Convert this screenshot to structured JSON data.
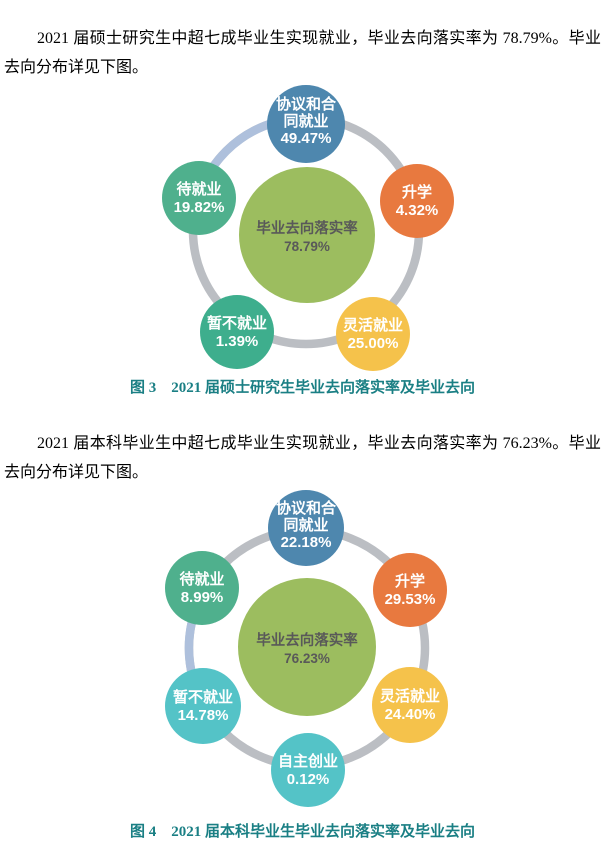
{
  "colors": {
    "blue": "#4E87AE",
    "green": "#4FB08D",
    "teal_green": "#3EAE8D",
    "orange": "#E8793F",
    "yellow": "#F5C24B",
    "cyan": "#54C3C7",
    "olive": "#9CBD5F",
    "ring_gray": "#BBBEC3",
    "ring_blue": "#AEC0DC",
    "caption_teal": "#1A7F84",
    "center_text": "#595959"
  },
  "paragraphs": {
    "masters": "2021 届硕士研究生中超七成毕业生实现就业，毕业去向落实率为 78.79%。毕业去向分布详见下图。",
    "bachelors": "2021 届本科毕业生中超七成毕业生实现就业，毕业去向落实率为 76.23%。毕业去向分布详见下图。"
  },
  "figure3": {
    "caption": "图 3　2021 届硕士研究生毕业去向落实率及毕业去向",
    "center": {
      "label": "毕业去向落实率",
      "value": "78.79%"
    },
    "agreement": {
      "line1": "协议和合",
      "line2": "同就业",
      "value": "49.47%"
    },
    "awaiting": {
      "label": "待就业",
      "value": "19.82%"
    },
    "further_study": {
      "label": "升学",
      "value": "4.32%"
    },
    "not_employed": {
      "label": "暂不就业",
      "value": "1.39%"
    },
    "flexible": {
      "label": "灵活就业",
      "value": "25.00%"
    }
  },
  "figure4": {
    "caption": "图 4　2021 届本科毕业生毕业去向落实率及毕业去向",
    "center": {
      "label": "毕业去向落实率",
      "value": "76.23%"
    },
    "agreement": {
      "line1": "协议和合",
      "line2": "同就业",
      "value": "22.18%"
    },
    "awaiting": {
      "label": "待就业",
      "value": "8.99%"
    },
    "further_study": {
      "label": "升学",
      "value": "29.53%"
    },
    "not_employed": {
      "label": "暂不就业",
      "value": "14.78%"
    },
    "flexible": {
      "label": "灵活就业",
      "value": "24.40%"
    },
    "self_employed": {
      "label": "自主创业",
      "value": "0.12%"
    }
  },
  "chart_data": [
    {
      "type": "circular-cycle",
      "title": "图 3 2021 届硕士研究生毕业去向落实率及毕业去向",
      "center_label": "毕业去向落实率",
      "center_value": 78.79,
      "categories": [
        "协议和合同就业",
        "升学",
        "灵活就业",
        "暂不就业",
        "待就业"
      ],
      "values": [
        49.47,
        4.32,
        25.0,
        1.39,
        19.82
      ],
      "unit": "%"
    },
    {
      "type": "circular-cycle",
      "title": "图 4 2021 届本科毕业生毕业去向落实率及毕业去向",
      "center_label": "毕业去向落实率",
      "center_value": 76.23,
      "categories": [
        "协议和合同就业",
        "升学",
        "灵活就业",
        "自主创业",
        "暂不就业",
        "待就业"
      ],
      "values": [
        22.18,
        29.53,
        24.4,
        0.12,
        14.78,
        8.99
      ],
      "unit": "%"
    }
  ]
}
